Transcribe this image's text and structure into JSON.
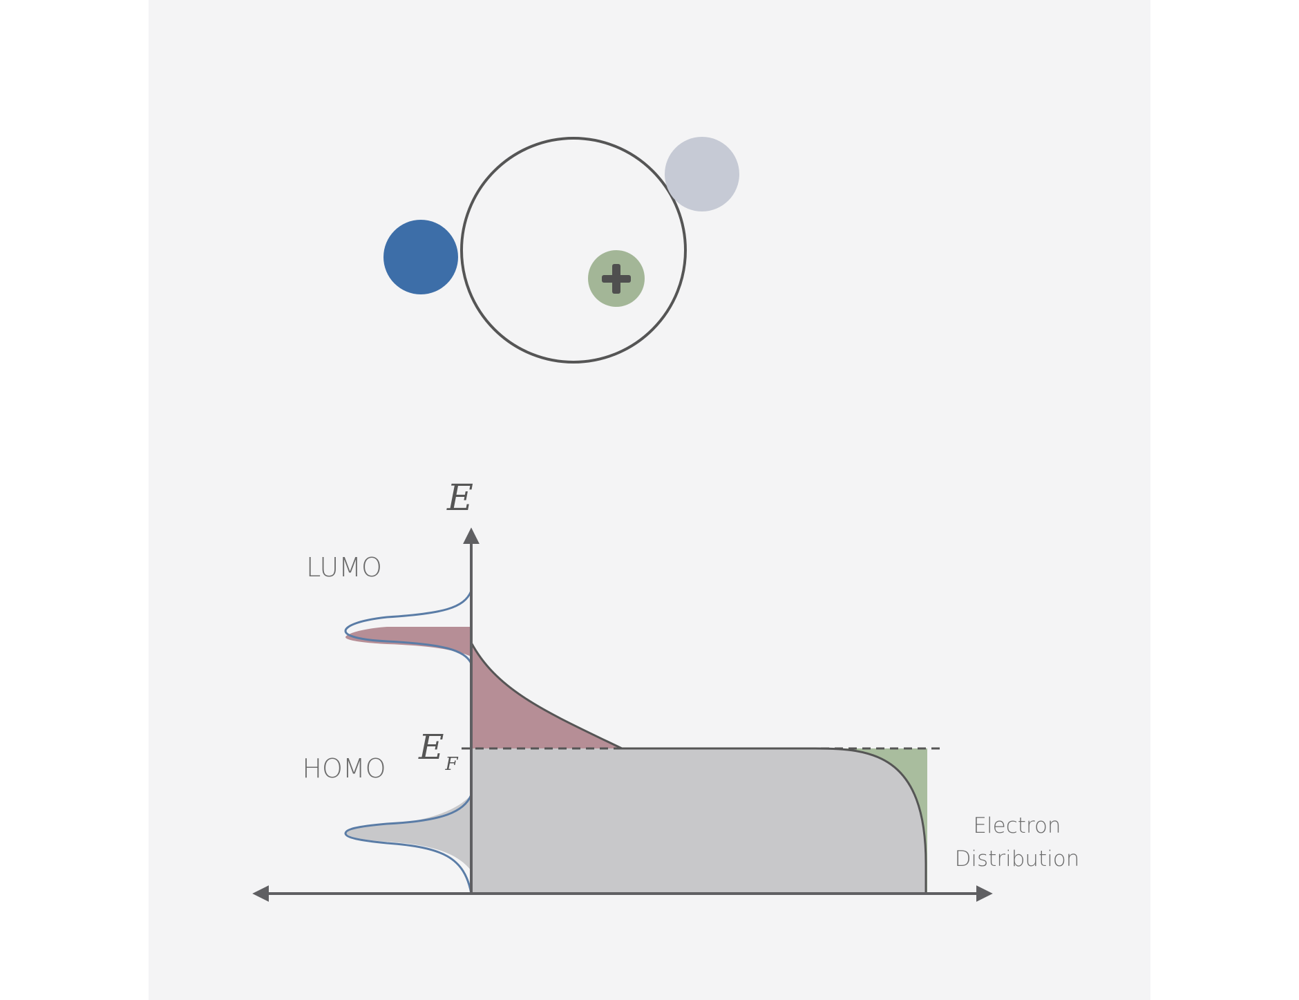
{
  "diagram": {
    "axis_energy": "E",
    "fermi_main": "E",
    "fermi_sub": "F",
    "lumo_label": "LUMO",
    "homo_label": "HOMO",
    "x_label_line1": "Electron",
    "x_label_line2": "Distribution"
  },
  "colors": {
    "paper": "#f4f4f5",
    "axis": "#5f5f62",
    "dos_curve": "#5a7ca6",
    "electron": "#3d6ea8",
    "hole_particle": "#c6cad5",
    "proton": "#a3b697",
    "occupied_fill": "#c8c8ca",
    "excess_fill": "#b68e96",
    "depleted_fill": "#a9bd9e"
  },
  "icons": {
    "atom": "atom-circle-icon",
    "electron": "electron-particle-icon",
    "hole": "hole-particle-icon",
    "nucleus": "nucleus-plus-icon"
  }
}
